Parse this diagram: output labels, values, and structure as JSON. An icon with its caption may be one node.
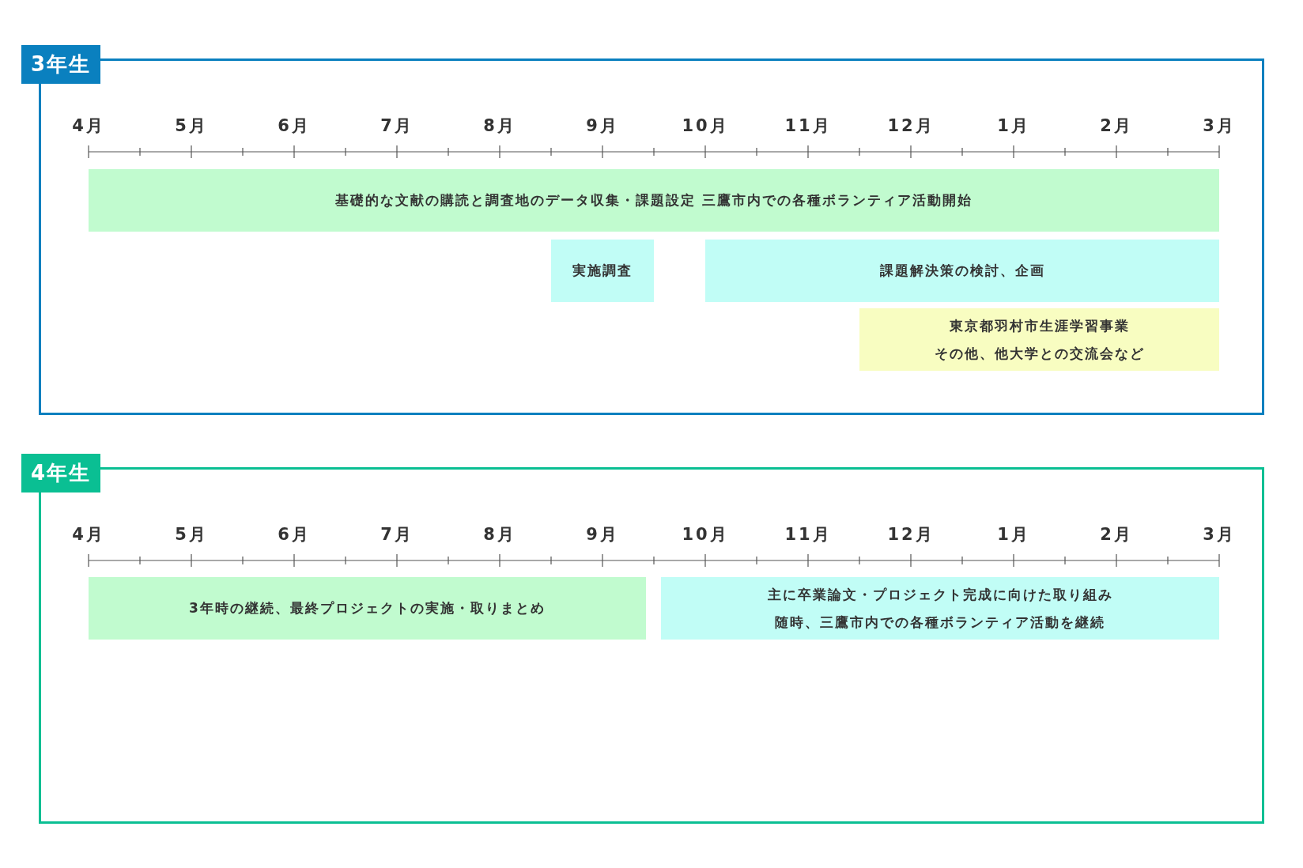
{
  "diagram": {
    "nodes": [
      {
        "text": [
          "3年生"
        ]
      },
      {
        "text": [
          "基礎的な文献の購読と調査地のデータ収集・課題設定 三鷹市内での各種ボランティア活動開始"
        ],
        "in": 0
      },
      {
        "text": [
          "実施調査"
        ],
        "in": 0
      },
      {
        "text": [
          "課題解決策の検討、企画"
        ],
        "in": 0
      },
      {
        "text": [
          "東京都羽村市生涯学習事業",
          "その他、他大学との交流会など"
        ],
        "in": 0
      },
      {
        "text": [
          "4年生"
        ]
      },
      {
        "text": [
          "3年時の継続、最終プロジェクトの実施・取りまとめ"
        ],
        "in": 5
      },
      {
        "text": [
          "主に卒業論文・プロジェクト完成に向けた取り組み",
          "随時、三鷹市内での各種ボランティア活動を継続"
        ],
        "in": 5
      }
    ],
    "labels": [
      "4月",
      "5月",
      "6月",
      "7月",
      "8月",
      "9月",
      "10月",
      "11月",
      "12月",
      "1月",
      "2月",
      "3月",
      "4月",
      "5月",
      "6月",
      "7月",
      "8月",
      "9月",
      "10月",
      "11月",
      "12月",
      "1月",
      "2月",
      "3月"
    ]
  }
}
